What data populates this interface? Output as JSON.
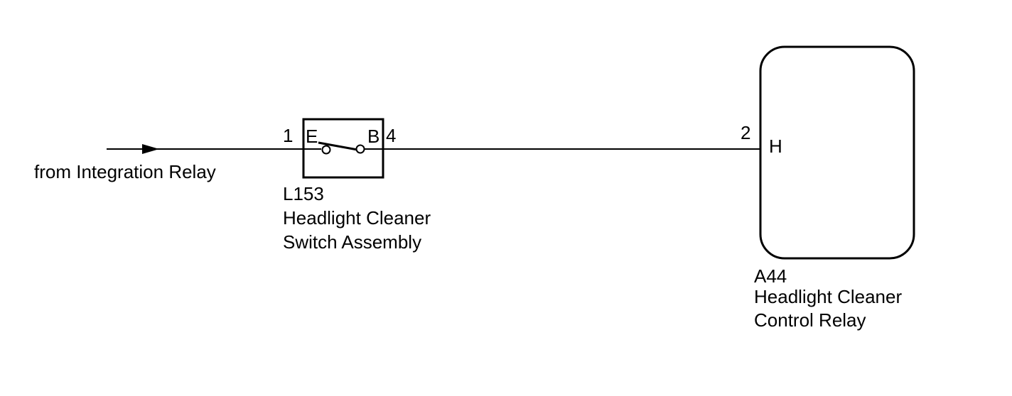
{
  "source": {
    "label": "from Integration Relay"
  },
  "switch": {
    "code": "L153",
    "name_line1": "Headlight Cleaner",
    "name_line2": "Switch Assembly",
    "pin_left": "1",
    "pin_right": "4",
    "terminal_left": "E",
    "terminal_right": "B"
  },
  "relay": {
    "code": "A44",
    "name_line1": "Headlight Cleaner",
    "name_line2": "Control Relay",
    "pin": "2",
    "terminal": "H"
  },
  "colors": {
    "line": "#000000",
    "background": "#ffffff"
  }
}
